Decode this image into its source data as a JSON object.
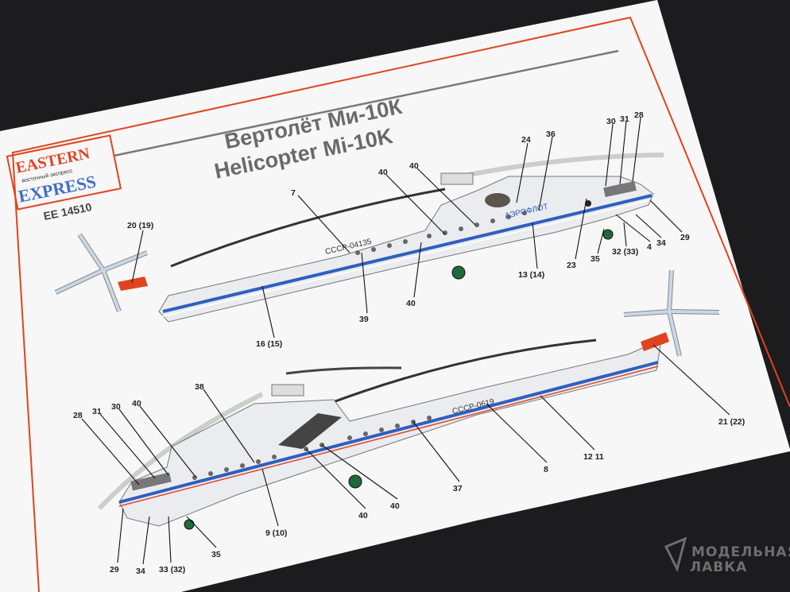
{
  "sheet": {
    "title_ru": "Вертолёт  Ми-10К",
    "title_en": "Helicopter  Mi-10K",
    "logo": {
      "line1": "EASTERN",
      "line2": "восточный экспресс",
      "line3": "EXPRESS"
    },
    "kit_number": "EE 14510",
    "colors": {
      "red": "#e0441e",
      "blue": "#2f5fbf",
      "gray_text": "#6a6a6a"
    }
  },
  "top_helicopter": {
    "registration": "СССР-04135",
    "airline": "АЭРОФЛОТ",
    "callouts": [
      "7",
      "40",
      "40",
      "24",
      "36",
      "30",
      "31",
      "28",
      "20 (19)",
      "29",
      "34",
      "4",
      "32 (33)",
      "35",
      "23",
      "13 (14)",
      "40",
      "39",
      "16 (15)"
    ]
  },
  "bottom_helicopter": {
    "registration": "СССР-0619",
    "callouts": [
      "38",
      "28",
      "31",
      "30",
      "40",
      "21 (22)",
      "12  11",
      "8",
      "37",
      "40",
      "40",
      "9 (10)",
      "35",
      "29",
      "34",
      "33 (32)"
    ]
  },
  "watermark": {
    "line1": "МОДЕЛЬНАЯ",
    "line2": "ЛАВКА"
  }
}
